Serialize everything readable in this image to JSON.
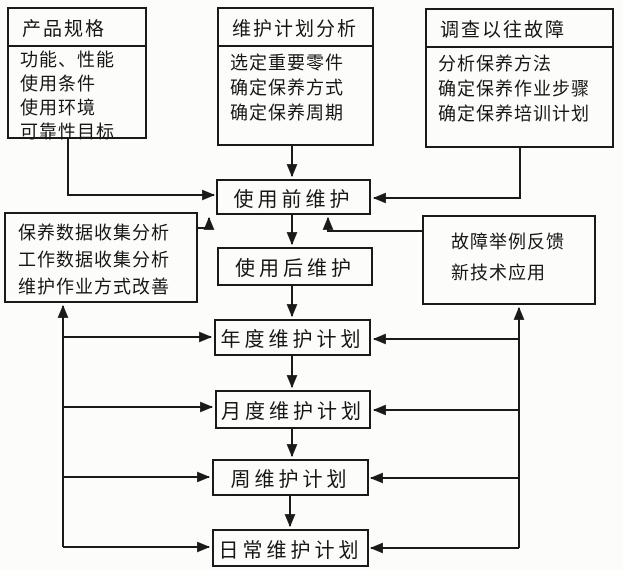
{
  "diagram": {
    "background": "#fcfcfa",
    "ink": "#1a1a1a",
    "type": "flowchart"
  },
  "top_boxes": [
    {
      "title": "产品规格",
      "lines": [
        "功能、性能",
        "使用条件",
        "使用环境",
        "可靠性目标"
      ]
    },
    {
      "title": "维护计划分析",
      "lines": [
        "选定重要零件",
        "确定保养方式",
        "确定保养周期"
      ]
    },
    {
      "title": "调查以往故障",
      "lines": [
        "分析保养方法",
        "确定保养作业步骤",
        "确定保养培训计划"
      ]
    }
  ],
  "side_boxes": {
    "left": {
      "lines": [
        "保养数据收集分析",
        "工作数据收集分析",
        "维护作业方式改善"
      ]
    },
    "right": {
      "lines": [
        "故障举例反馈",
        "新技术应用"
      ]
    }
  },
  "flow": {
    "pre_use": "使用前维护",
    "post_use": "使用后维护",
    "annual": "年度维护计划",
    "monthly": "月度维护计划",
    "weekly": "周维护计划",
    "daily": "日常维护计划"
  }
}
